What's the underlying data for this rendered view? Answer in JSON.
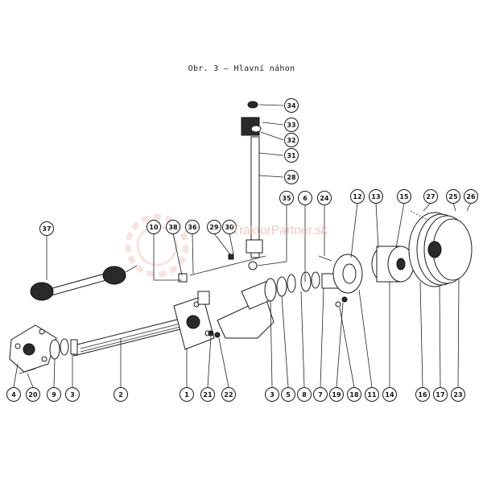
{
  "caption": "Obr. 3 — Hlavní náhon",
  "watermark": "TraktorPartner.sk",
  "colors": {
    "line": "#1a1a1a",
    "watermark": "#e9b8b0"
  },
  "labels": [
    {
      "id": "34"
    },
    {
      "id": "33"
    },
    {
      "id": "32"
    },
    {
      "id": "31"
    },
    {
      "id": "28"
    },
    {
      "id": "35"
    },
    {
      "id": "6"
    },
    {
      "id": "24"
    },
    {
      "id": "12"
    },
    {
      "id": "13"
    },
    {
      "id": "15"
    },
    {
      "id": "27"
    },
    {
      "id": "25"
    },
    {
      "id": "26"
    },
    {
      "id": "37"
    },
    {
      "id": "10"
    },
    {
      "id": "38"
    },
    {
      "id": "36"
    },
    {
      "id": "29"
    },
    {
      "id": "30"
    },
    {
      "id": "4"
    },
    {
      "id": "20"
    },
    {
      "id": "9"
    },
    {
      "id": "3"
    },
    {
      "id": "2"
    },
    {
      "id": "1"
    },
    {
      "id": "21"
    },
    {
      "id": "22"
    },
    {
      "id": "3"
    },
    {
      "id": "5"
    },
    {
      "id": "8"
    },
    {
      "id": "7"
    },
    {
      "id": "19"
    },
    {
      "id": "18"
    },
    {
      "id": "11"
    },
    {
      "id": "14"
    },
    {
      "id": "16"
    },
    {
      "id": "17"
    },
    {
      "id": "23"
    }
  ]
}
